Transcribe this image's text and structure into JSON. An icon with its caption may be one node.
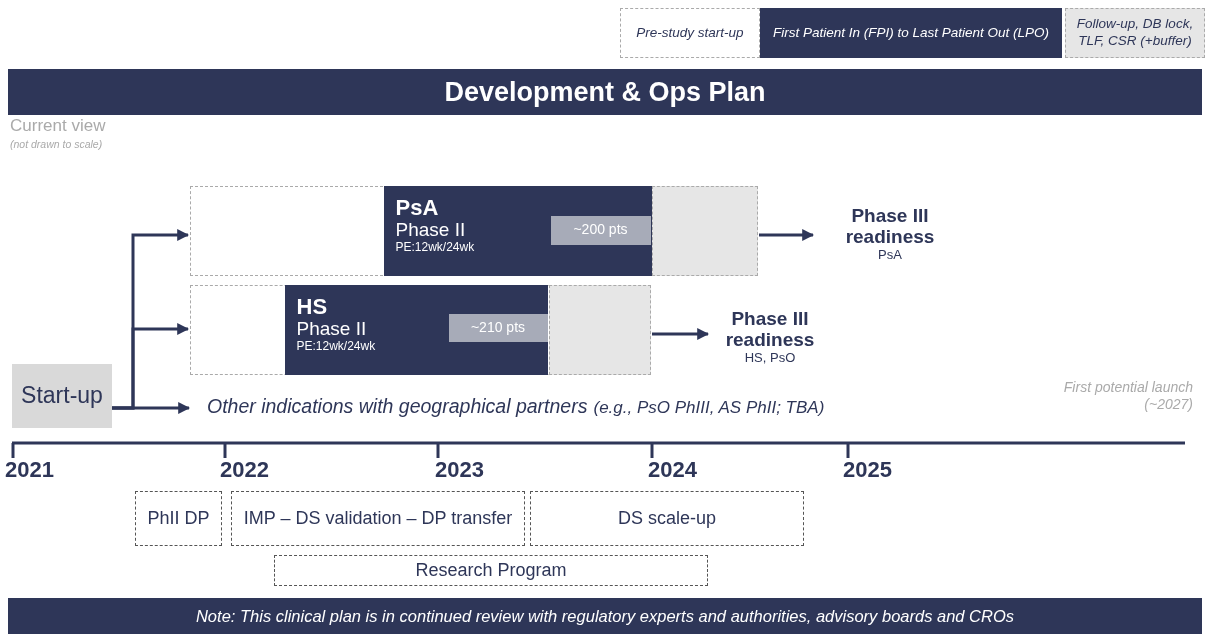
{
  "diagram": {
    "title": "Development & Ops Plan",
    "caption": "Note: This clinical plan is in continued review with regulatory experts and authorities, advisory boards and CROs",
    "nodes": [
      {
        "text": [
          "Start-up"
        ]
      },
      {
        "text": [],
        "shape": "box"
      },
      {
        "text": [
          "PsA",
          "Phase II",
          "PE:12wk/24wk"
        ],
        "in": 1
      },
      {
        "text": [
          "~200 pts"
        ],
        "in": 2
      },
      {
        "text": [],
        "shape": "box",
        "in": 1
      },
      {
        "text": [
          "Phase III readiness",
          "PsA"
        ]
      },
      {
        "text": [],
        "shape": "box"
      },
      {
        "text": [
          "HS",
          "Phase II",
          "PE:12wk/24wk"
        ],
        "in": 6
      },
      {
        "text": [
          "~210 pts"
        ],
        "in": 7
      },
      {
        "text": [],
        "shape": "box",
        "in": 6
      },
      {
        "text": [
          "Phase III readiness",
          "HS, PsO"
        ]
      },
      {
        "text": [
          "Other indications with geographical partners",
          "(e.g., PsO PhIII, AS PhII; TBA)"
        ]
      },
      {
        "text": [
          "PhII DP"
        ]
      },
      {
        "text": [
          "IMP – DS validation – DP transfer"
        ]
      },
      {
        "text": [
          "DS scale-up"
        ]
      },
      {
        "text": [
          "Research Program"
        ]
      }
    ],
    "edges": [
      {
        "from": 0,
        "to": 1,
        "arrow": "to"
      },
      {
        "from": 0,
        "to": 6,
        "arrow": "to"
      },
      {
        "from": 0,
        "to": 11,
        "arrow": "to"
      },
      {
        "from": 4,
        "to": 5,
        "arrow": "to"
      },
      {
        "from": 9,
        "to": 10,
        "arrow": "to"
      }
    ],
    "labels": [
      "Current view",
      "(not drawn to scale)",
      "First potential launch (~2027)",
      "2021",
      "2022",
      "2023",
      "2024",
      "2025"
    ],
    "legend": [
      {
        "text": "Pre-study start-up",
        "color": "#ffffff"
      },
      {
        "text": "First Patient In (FPI) to Last Patient Out (LPO)",
        "color": "#2e3658"
      },
      {
        "text": "Follow-up, DB lock, TLF, CSR (+buffer)",
        "color": "#e6e6e6"
      }
    ]
  }
}
